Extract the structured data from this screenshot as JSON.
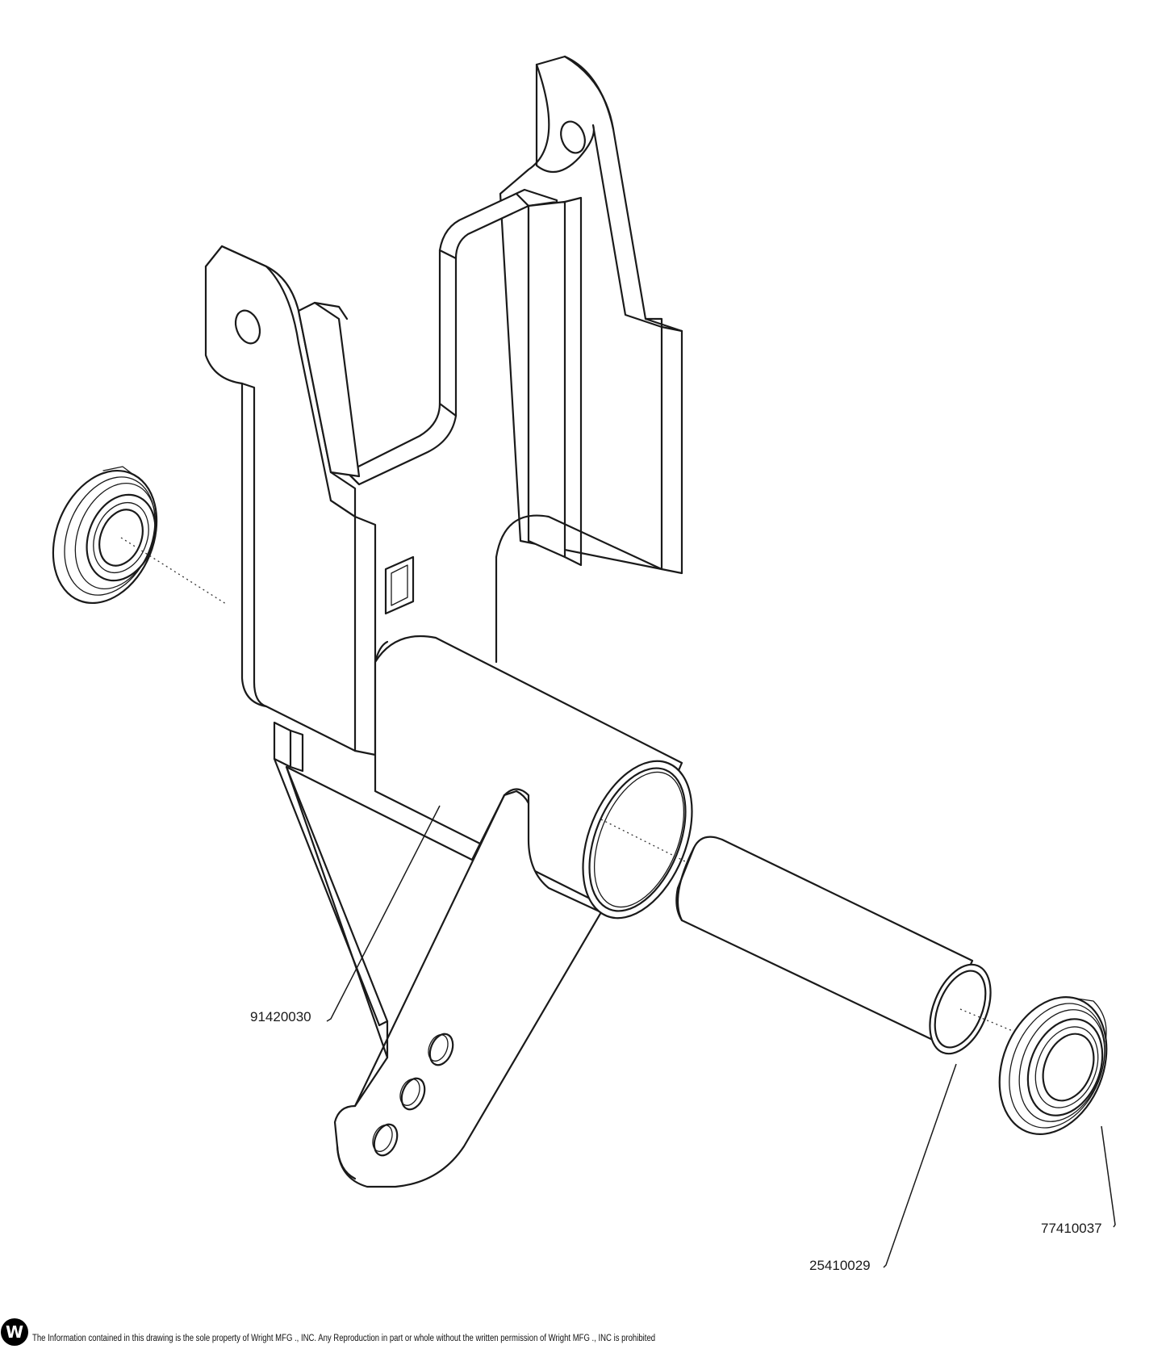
{
  "labels": {
    "arm_part": "91420030",
    "bushing_part": "25410029",
    "bearing_part": "77410037"
  },
  "footer": {
    "logo_letter": "W",
    "notice": "The Information contained in this drawing is the sole property of Wright MFG ., INC. Any Reproduction in part or whole without the written permission of Wright MFG ., INC is prohibited"
  }
}
